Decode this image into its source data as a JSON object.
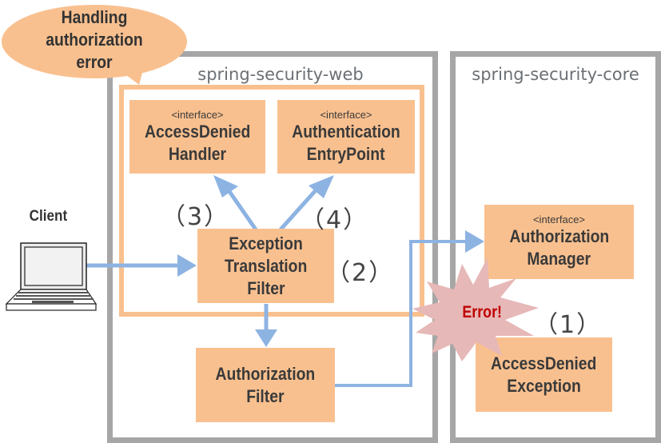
{
  "callout": {
    "text_lines": [
      "Handling",
      "authorization",
      "error"
    ]
  },
  "modules": {
    "web": {
      "title": "spring-security-web"
    },
    "core": {
      "title": "spring-security-core"
    }
  },
  "client": {
    "label": "Client",
    "icon": "laptop-icon"
  },
  "components": {
    "access_denied_handler": {
      "stereotype": "<interface>",
      "name_lines": [
        "AccessDenied",
        "Handler"
      ]
    },
    "authentication_entry_point": {
      "stereotype": "<interface>",
      "name_lines": [
        "Authentication",
        "EntryPoint"
      ]
    },
    "exception_translation_filter": {
      "name_lines": [
        "Exception",
        "Translation",
        "Filter"
      ]
    },
    "authorization_filter": {
      "name_lines": [
        "Authorization",
        "Filter"
      ]
    },
    "authorization_manager": {
      "stereotype": "<interface>",
      "name_lines": [
        "Authorization",
        "Manager"
      ]
    },
    "access_denied_exception": {
      "name_lines": [
        "AccessDenied",
        "Exception"
      ]
    }
  },
  "steps": {
    "step1": "（1）",
    "step2": "（2）",
    "step3": "（3）",
    "step4": "（4）"
  },
  "error_burst": {
    "text": "Error!"
  },
  "colors": {
    "box_fill": "#f9c08f",
    "arrow": "#8db3e2",
    "module_border": "#a6a6a6",
    "burst_fill": "#e6b8b7",
    "error_text": "#c00000"
  }
}
